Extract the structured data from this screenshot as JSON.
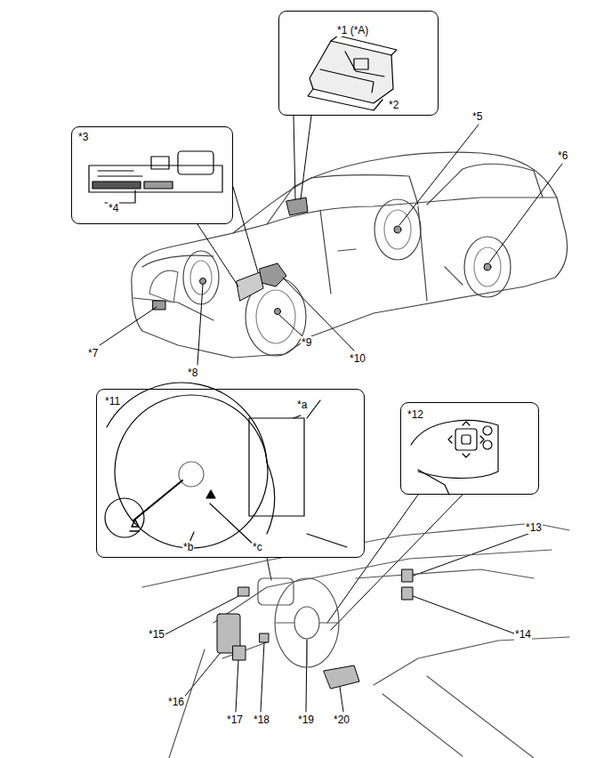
{
  "diagram": {
    "nodes": [
      {
        "text": [
          "*1 (*A)",
          "*2"
        ]
      },
      {
        "text": [
          "*3",
          "*4"
        ]
      },
      {
        "text": [
          "*11",
          "*a",
          "*b",
          "*c"
        ]
      },
      {
        "text": [
          "*12"
        ]
      }
    ],
    "labels": [
      "*5",
      "*6",
      "*7",
      "*8",
      "*9",
      "*10",
      "*13",
      "*14",
      "*15",
      "*16",
      "*17",
      "*18",
      "*19",
      "*20"
    ]
  }
}
